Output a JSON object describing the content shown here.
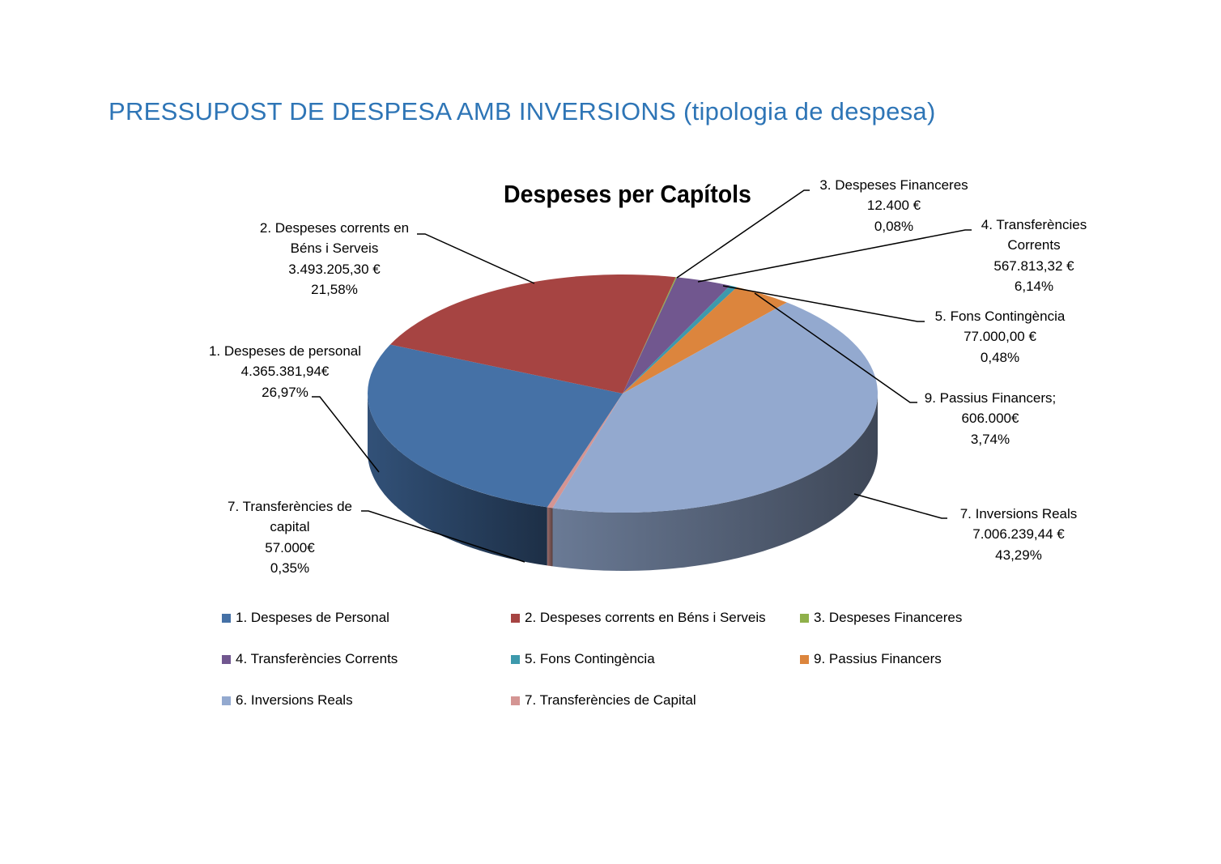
{
  "page_title": "PRESSUPOST DE DESPESA AMB INVERSIONS (tipologia de despesa)",
  "chart_data": {
    "type": "pie",
    "title": "Despeses per Capítols",
    "three_d": true,
    "slices": [
      {
        "id": "c3",
        "value": 12400,
        "color": "#8fb04a",
        "label_lines": [
          "3. Despeses Financeres",
          "12.400 €",
          "0,08%"
        ]
      },
      {
        "id": "c4",
        "value": 567813.32,
        "color": "#71578f",
        "label_lines": [
          "4. Transferències",
          "Corrents",
          "567.813,32 €",
          "6,14%"
        ]
      },
      {
        "id": "c5",
        "value": 77000,
        "color": "#3d99ac",
        "label_lines": [
          "5. Fons Contingència",
          "77.000,00 €",
          "0,48%"
        ]
      },
      {
        "id": "c9",
        "value": 606000,
        "color": "#dc853d",
        "label_lines": [
          "9. Passius Financers;",
          "606.000€",
          "3,74%"
        ]
      },
      {
        "id": "c6",
        "value": 7006239.44,
        "color": "#93a9cf",
        "label_lines": [
          "7. Inversions Reals",
          "7.006.239,44 €",
          "43,29%"
        ]
      },
      {
        "id": "c7",
        "value": 57000,
        "color": "#d49593",
        "label_lines": [
          "7. Transferències de",
          "capital",
          "57.000€",
          "0,35%"
        ]
      },
      {
        "id": "c1",
        "value": 4365381.94,
        "color": "#4571a6",
        "label_lines": [
          "1. Despeses de personal",
          "4.365.381,94€",
          "26,97%"
        ]
      },
      {
        "id": "c2",
        "value": 3493205.3,
        "color": "#a64442",
        "label_lines": [
          "2. Despeses corrents en",
          "Béns i Serveis",
          "3.493.205,30 €",
          "21,58%"
        ]
      }
    ],
    "legend": {
      "placement": "bottom",
      "entries": [
        {
          "label": "1. Despeses de Personal",
          "color": "#4571a6"
        },
        {
          "label": "2. Despeses corrents en Béns i Serveis",
          "color": "#a64442"
        },
        {
          "label": "3. Despeses Financeres",
          "color": "#8fb04a"
        },
        {
          "label": "4. Transferències Corrents",
          "color": "#71578f"
        },
        {
          "label": "5. Fons Contingència",
          "color": "#3d99ac"
        },
        {
          "label": "9. Passius Financers",
          "color": "#dc853d"
        },
        {
          "label": "6. Inversions Reals",
          "color": "#93a9cf"
        },
        {
          "label": "7. Transferències de Capital",
          "color": "#d49593"
        }
      ]
    }
  }
}
